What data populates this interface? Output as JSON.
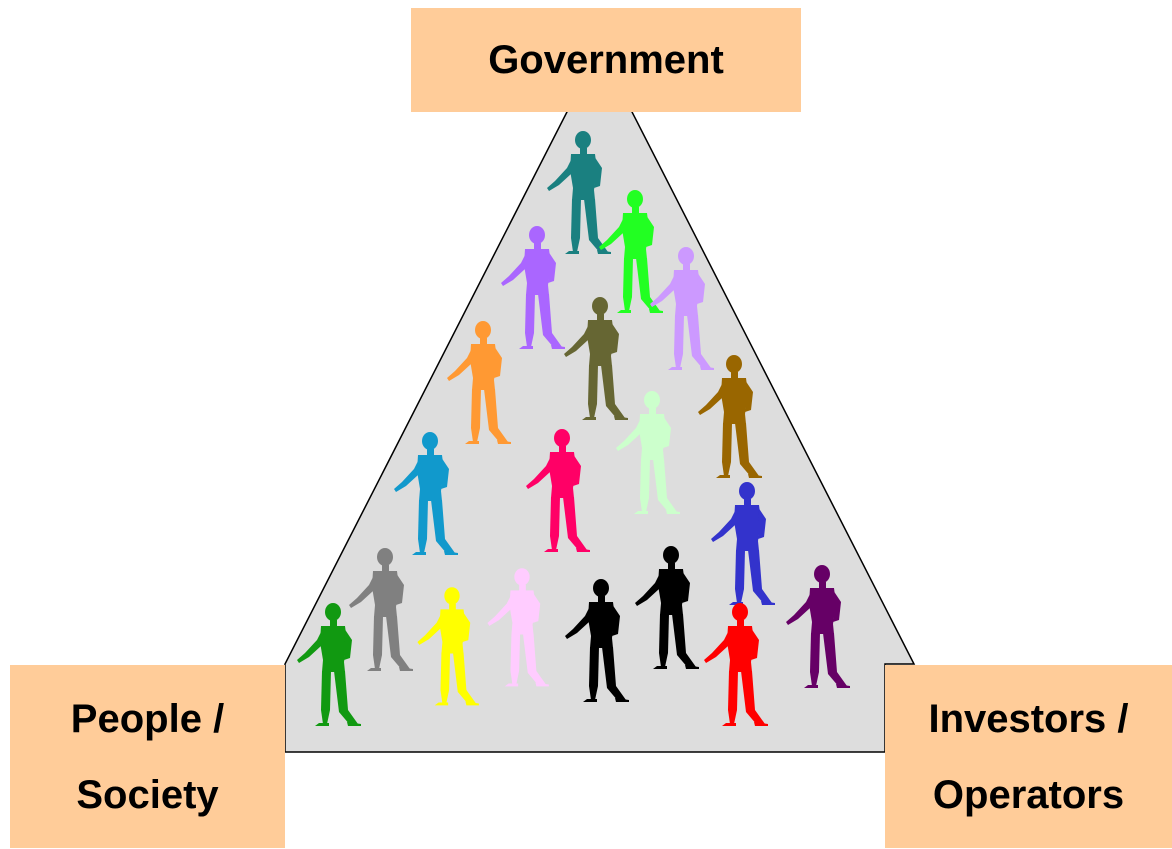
{
  "diagram": {
    "box_fill": "#ffcc99",
    "triangle_fill": "#dddddd",
    "triangle_stroke": "#000000",
    "nodes": {
      "government": {
        "lines": [
          "Government"
        ]
      },
      "people": {
        "lines": [
          "People /",
          "Society"
        ]
      },
      "investors": {
        "lines": [
          "Investors /",
          "Operators"
        ]
      }
    },
    "figure_colors": [
      "#1a8080",
      "#22ff22",
      "#aa66ff",
      "#cc99ff",
      "#ff9933",
      "#666633",
      "#996600",
      "#ff0066",
      "#ccffcc",
      "#1199cc",
      "#3333cc",
      "#808080",
      "#ffff00",
      "#ffccff",
      "#000000",
      "#000000",
      "#ff0000",
      "#660066",
      "#119911"
    ]
  }
}
